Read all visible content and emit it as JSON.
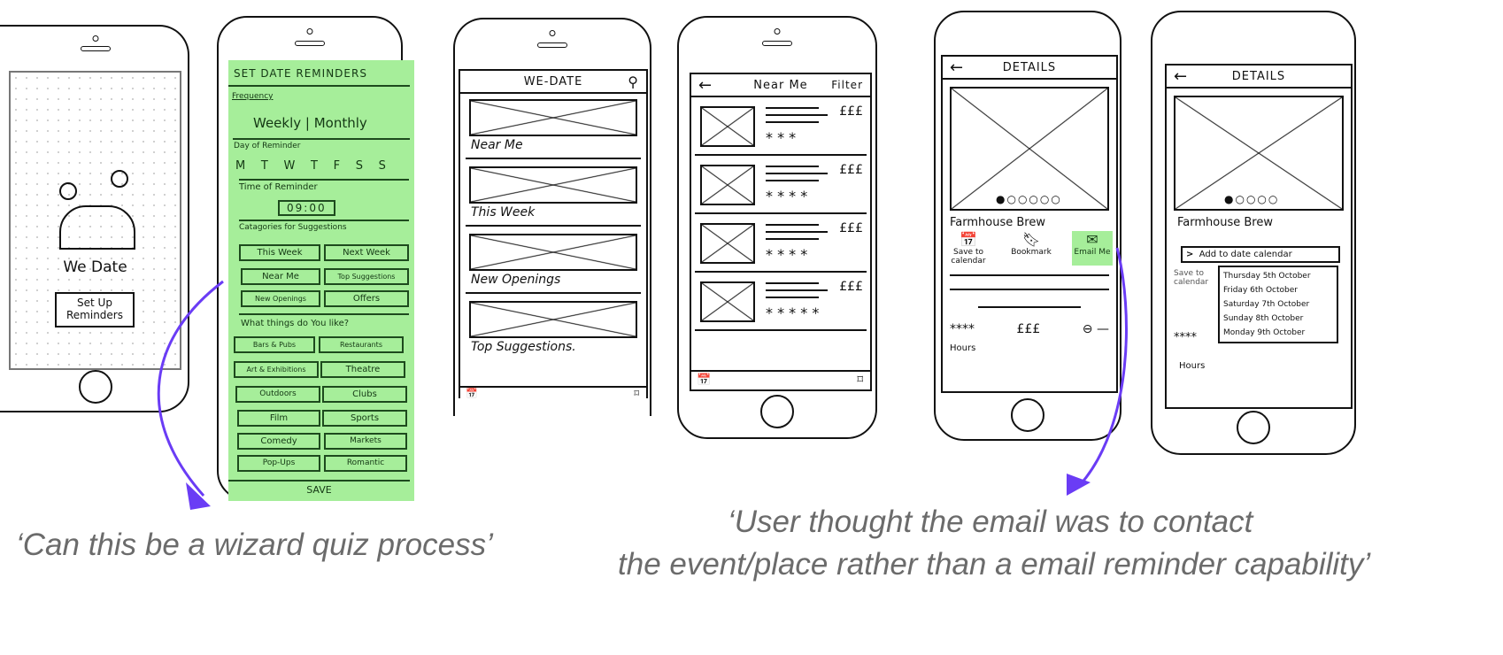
{
  "phone1": {
    "app_name": "We Date",
    "button": "Set Up Reminders"
  },
  "phone2": {
    "title": "SET DATE REMINDERS",
    "frequency_label": "Frequency",
    "frequency_options": "Weekly | Monthly",
    "day_label": "Day of Reminder",
    "days": [
      "M",
      "T",
      "W",
      "T",
      "F",
      "S",
      "S"
    ],
    "time_label": "Time of Reminder",
    "time_value": "09:00",
    "categories_label": "Catagories for Suggestions",
    "categories": [
      "This Week",
      "Next Week",
      "Near Me",
      "Top Suggestions",
      "New Openings",
      "Offers"
    ],
    "likes_label": "What things do You like?",
    "likes": [
      "Bars & Pubs",
      "Restaurants",
      "Art & Exhibitions",
      "Theatre",
      "Outdoors",
      "Clubs",
      "Film",
      "Sports",
      "Comedy",
      "Markets",
      "Pop-Ups",
      "Romantic"
    ],
    "save": "SAVE",
    "highlight_color": "#a6ee9a"
  },
  "phone3": {
    "title": "WE-DATE",
    "sections": [
      "Near Me",
      "This Week",
      "New Openings",
      "Top Suggestions."
    ]
  },
  "phone4": {
    "title": "Near Me",
    "filter": "Filter",
    "items": [
      {
        "price": "£££",
        "rating": "* * *"
      },
      {
        "price": "£££",
        "rating": "* * * *"
      },
      {
        "price": "£££",
        "rating": "* * * *"
      },
      {
        "price": "£££",
        "rating": "* * * * *"
      }
    ]
  },
  "phone5": {
    "title": "DETAILS",
    "venue": "Farmhouse Brew",
    "actions": [
      "Save to calendar",
      "Bookmark",
      "Email Me"
    ],
    "rating": "****",
    "price": "£££",
    "hours_label": "Hours"
  },
  "phone6": {
    "title": "DETAILS",
    "venue": "Farmhouse Brew",
    "dropdown_title": "Add to date calendar",
    "dates": [
      "Thursday 5th October",
      "Friday 6th October",
      "Saturday 7th October",
      "Sunday 8th October",
      "Monday 9th October"
    ],
    "save_label": "Save to calendar",
    "rating": "****",
    "hours_label": "Hours"
  },
  "annotations": {
    "left": "‘Can this be a wizard quiz process’",
    "right_line1": "‘User thought the email was to contact",
    "right_line2": "the event/place rather than a email reminder capability’",
    "arrow_color": "#6a3cf5"
  }
}
